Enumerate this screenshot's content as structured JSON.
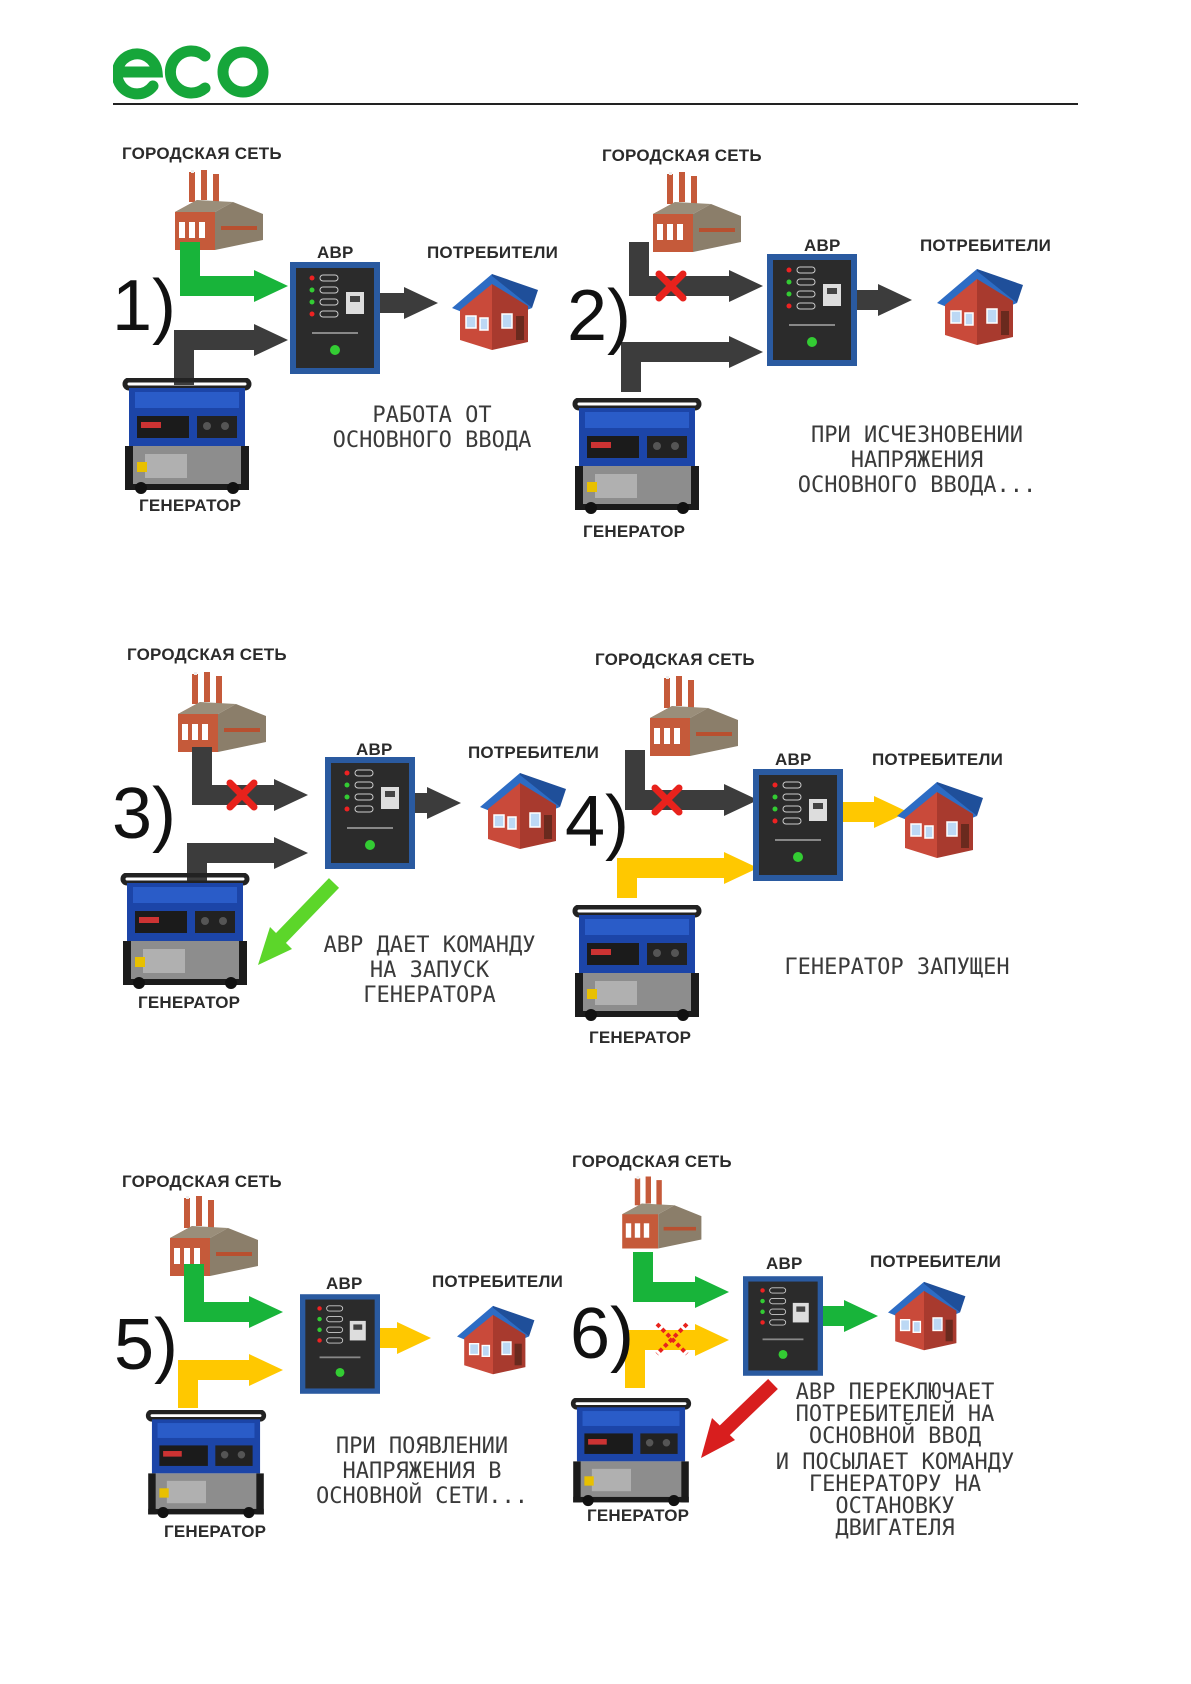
{
  "brand": {
    "logo_text": "eco"
  },
  "colors": {
    "green": "#18b43a",
    "grey": "#3c3c3c",
    "yellow": "#ffc800",
    "red": "#e8221c",
    "panel_blue": "#2a5aa0",
    "panel_dark": "#2b2b2b",
    "roof_blue": "#2d6cc4",
    "brick": "#c55a3a"
  },
  "labels": {
    "city": "ГОРОДСКАЯ СЕТЬ",
    "avr": "АВР",
    "consumers": "ПОТРЕБИТЕЛИ",
    "consumers_cut": "ПОТРЕБИТЕЛИ",
    "generator": "ГЕНЕРАТОР"
  },
  "scenes": [
    {
      "num": "1)",
      "caption": [
        "РАБОТА ОТ",
        "ОСНОВНОГО ВВОДА"
      ]
    },
    {
      "num": "2)",
      "caption": [
        "ПРИ ИСЧЕЗНОВЕНИИ",
        "НАПРЯЖЕНИЯ",
        "ОСНОВНОГО ВВОДА..."
      ]
    },
    {
      "num": "3)",
      "caption": [
        "АВР ДАЕТ КОМАНДУ",
        "НА ЗАПУСК",
        "ГЕНЕРАТОРА"
      ]
    },
    {
      "num": "4)",
      "caption": [
        "ГЕНЕРАТОР ЗАПУЩЕН"
      ]
    },
    {
      "num": "5)",
      "caption": [
        "ПРИ ПОЯВЛЕНИИ",
        "НАПРЯЖЕНИЯ В",
        "ОСНОВНОЙ СЕТИ..."
      ]
    },
    {
      "num": "6)",
      "caption": [
        "АВР ПЕРЕКЛЮЧАЕТ",
        "ПОТРЕБИТЕЛЕЙ НА",
        "ОСНОВНОЙ ВВОД",
        "И ПОСЫЛАЕТ КОМАНДУ",
        "ГЕНЕРАТОРУ НА",
        "ОСТАНОВКУ",
        "ДВИГАТЕЛЯ"
      ]
    }
  ]
}
